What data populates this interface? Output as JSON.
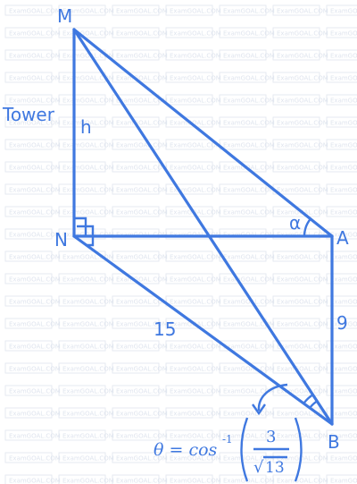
{
  "watermark": "ExamGOAL.COM",
  "labels": {
    "vertex_m": "M",
    "vertex_n": "N",
    "vertex_a": "A",
    "vertex_b": "B",
    "tower": "Tower",
    "height": "h",
    "angle": "α",
    "length_nb": "15",
    "length_ab": "9"
  },
  "formula": {
    "lhs": "θ = cos",
    "exponent": "-1",
    "numerator": "3",
    "radical": "√",
    "denominator": "13"
  },
  "colors": {
    "line": "#3f78e0",
    "watermark": "#dfe4ee"
  }
}
